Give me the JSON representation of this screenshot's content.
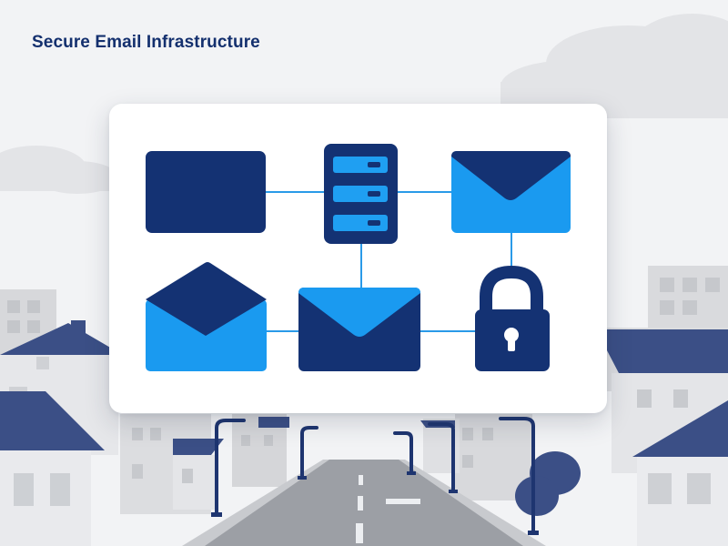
{
  "page": {
    "title": "Secure Email Infrastructure"
  },
  "colors": {
    "navy": "#143273",
    "accent_blue": "#1a9af0",
    "server_led_blue": "#1f9ff2",
    "connector_blue": "#2a9ae8",
    "card_background": "#ffffff",
    "scene_gray_light": "#e4e5e8",
    "scene_gray_mid": "#c6c8cc",
    "road_gray": "#9c9fa5"
  },
  "diagram": {
    "nodes": [
      {
        "id": "monitor-box",
        "icon": "display-box-icon"
      },
      {
        "id": "server",
        "icon": "server-rack-icon"
      },
      {
        "id": "inbox-envelope-light",
        "icon": "envelope-icon"
      },
      {
        "id": "envelope-open",
        "icon": "open-envelope-icon"
      },
      {
        "id": "envelope-closed",
        "icon": "envelope-icon"
      },
      {
        "id": "padlock",
        "icon": "padlock-icon"
      }
    ],
    "connections": [
      [
        "monitor-box",
        "server"
      ],
      [
        "server",
        "inbox-envelope-light"
      ],
      [
        "server",
        "envelope-closed"
      ],
      [
        "inbox-envelope-light",
        "padlock"
      ],
      [
        "envelope-open",
        "envelope-closed"
      ],
      [
        "envelope-closed",
        "padlock"
      ]
    ]
  },
  "background": {
    "description_icons": [
      "cloud-icon",
      "house-icon",
      "street-lamp-icon",
      "road-icon",
      "building-icon"
    ]
  }
}
